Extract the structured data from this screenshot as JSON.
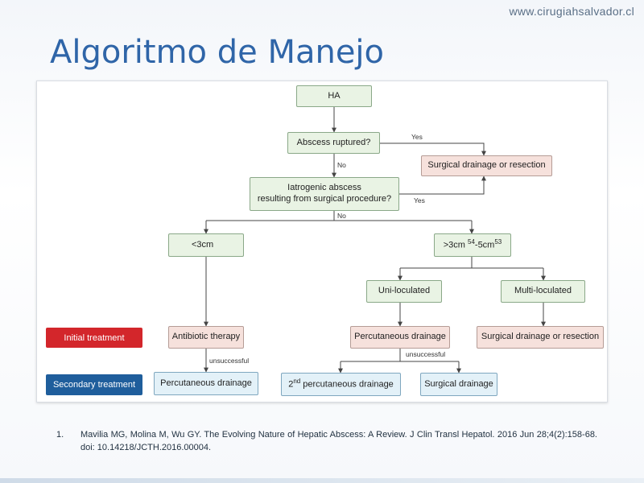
{
  "header": {
    "site_url": "www.cirugiahsalvador.cl",
    "title": "Algoritmo de Manejo"
  },
  "flowchart": {
    "nodes": {
      "ha": "HA",
      "abscess_ruptured": "Abscess ruptured?",
      "surgical_drainage_top": "Surgical drainage or resection",
      "iatrogenic_line1": "Iatrogenic abscess",
      "iatrogenic_line2": "resulting from surgical procedure?",
      "lt3cm": "<3cm",
      "size_range_prefix": ">3cm ",
      "size_range_sup1": "54",
      "size_range_mid": "-5cm",
      "size_range_sup2": "53",
      "unilocular": "Uni-loculated",
      "multilocular": "Multi-loculated",
      "antibiotic": "Antibiotic therapy",
      "percutaneous": "Percutaneous drainage",
      "surgical_drainage_right": "Surgical drainage or resection",
      "percutaneous_secondary": "Percutaneous drainage",
      "second_prefix": "2",
      "second_sup": "nd",
      "second_suffix": " percutaneous drainage",
      "surgical_drainage_bottom": "Surgical drainage"
    },
    "edge_labels": {
      "yes_top": "Yes",
      "no_1": "No",
      "yes_iatrogenic": "Yes",
      "no_2": "No",
      "unsuccessful_left": "unsuccessful",
      "unsuccessful_right": "unsuccessful"
    },
    "legend": {
      "initial": "Initial treatment",
      "secondary": "Secondary treatment"
    },
    "colors": {
      "initial_treatment": "#d3262b",
      "secondary_treatment": "#1f5e9c",
      "decision_node": "#e9f3e4",
      "treatment_node": "#f6e1dc",
      "secondary_node": "#e3f1f8"
    }
  },
  "citation": {
    "number": "1.",
    "text": "Mavilia MG, Molina M, Wu GY. The Evolving Nature of Hepatic Abscess: A Review. J Clin Transl Hepatol. 2016 Jun 28;4(2):158-68. doi: 10.14218/JCTH.2016.00004."
  }
}
